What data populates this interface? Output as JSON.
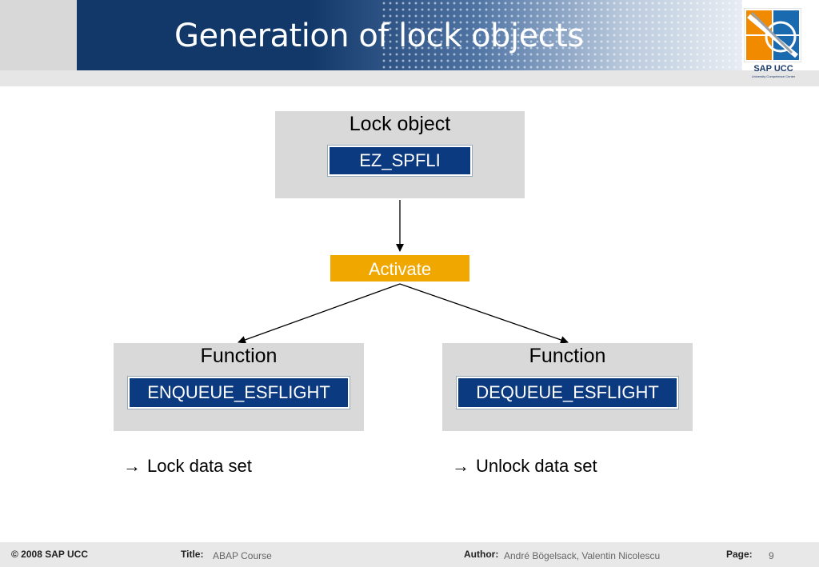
{
  "slide": {
    "title": "Generation of lock objects",
    "logo": {
      "text": "SAP UCC",
      "subtext": "University Competence Center"
    }
  },
  "diagram": {
    "lock_object": {
      "title": "Lock object",
      "name": "EZ_SPFLI"
    },
    "activate": {
      "label": "Activate",
      "color": "#f0a800"
    },
    "enqueue": {
      "title": "Function",
      "name": "ENQUEUE_ESFLIGHT",
      "note": "Lock data set"
    },
    "dequeue": {
      "title": "Function",
      "name": "DEQUEUE_ESFLIGHT",
      "note": "Unlock data set"
    },
    "colors": {
      "box_bg": "#d9d9d9",
      "pill_bg": "#0b3a80",
      "header_blue": "#12386a"
    }
  },
  "footer": {
    "copyright": "© 2008 SAP UCC",
    "title_label": "Title:",
    "title_value": "ABAP Course",
    "author_label": "Author:",
    "author_value": "André Bögelsack, Valentin Nicolescu",
    "page_label": "Page:",
    "page_value": "9"
  }
}
